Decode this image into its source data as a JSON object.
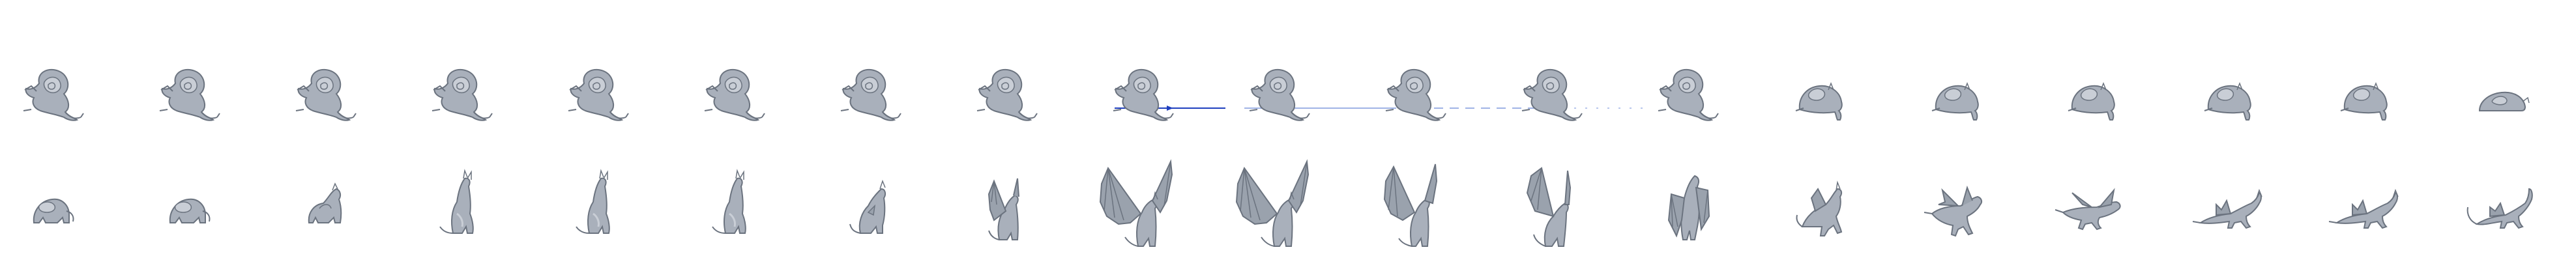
{
  "sprite_sheet": {
    "subject": "dragon",
    "background_color": "#ffffff",
    "colors": {
      "body": "#a9b0bb",
      "body_light": "#c9ced6",
      "outline": "#6b737f",
      "wing_membrane": "#9aa2ad",
      "trail_blue": "#1f3fbf",
      "trail_fade": "#9fb3e6"
    },
    "rows": [
      {
        "name": "curled-sleep-row",
        "frames": [
          {
            "pose": "curled",
            "trail": "none"
          },
          {
            "pose": "curled",
            "trail": "none"
          },
          {
            "pose": "curled",
            "trail": "none"
          },
          {
            "pose": "curled",
            "trail": "none"
          },
          {
            "pose": "curled",
            "trail": "none"
          },
          {
            "pose": "curled",
            "trail": "none"
          },
          {
            "pose": "curled",
            "trail": "spark"
          },
          {
            "pose": "curled",
            "trail": "spark-small"
          },
          {
            "pose": "curled",
            "trail": "streak-long"
          },
          {
            "pose": "curled",
            "trail": "streak-fade"
          },
          {
            "pose": "curled",
            "trail": "dash-fade"
          },
          {
            "pose": "curled",
            "trail": "dots"
          },
          {
            "pose": "curled",
            "trail": "none"
          },
          {
            "pose": "curled-low",
            "trail": "none"
          },
          {
            "pose": "curled-low",
            "trail": "none"
          },
          {
            "pose": "curled-low",
            "trail": "none"
          },
          {
            "pose": "curled-low",
            "trail": "none"
          },
          {
            "pose": "curled-low",
            "trail": "none"
          },
          {
            "pose": "curled-flat",
            "trail": "none"
          }
        ]
      },
      {
        "name": "wake-and-fly-row",
        "frames": [
          {
            "pose": "crouch"
          },
          {
            "pose": "crouch"
          },
          {
            "pose": "crouch-head-up"
          },
          {
            "pose": "sit"
          },
          {
            "pose": "sit"
          },
          {
            "pose": "sit"
          },
          {
            "pose": "sit-turn"
          },
          {
            "pose": "sit-wings-up"
          },
          {
            "pose": "wings-spread"
          },
          {
            "pose": "wings-spread"
          },
          {
            "pose": "wings-raised"
          },
          {
            "pose": "wings-folded-up"
          },
          {
            "pose": "rise-wings-down"
          },
          {
            "pose": "leap"
          },
          {
            "pose": "fly-low"
          },
          {
            "pose": "fly-glide"
          },
          {
            "pose": "prowl"
          },
          {
            "pose": "prowl"
          },
          {
            "pose": "prowl-tail-up"
          }
        ]
      }
    ]
  }
}
